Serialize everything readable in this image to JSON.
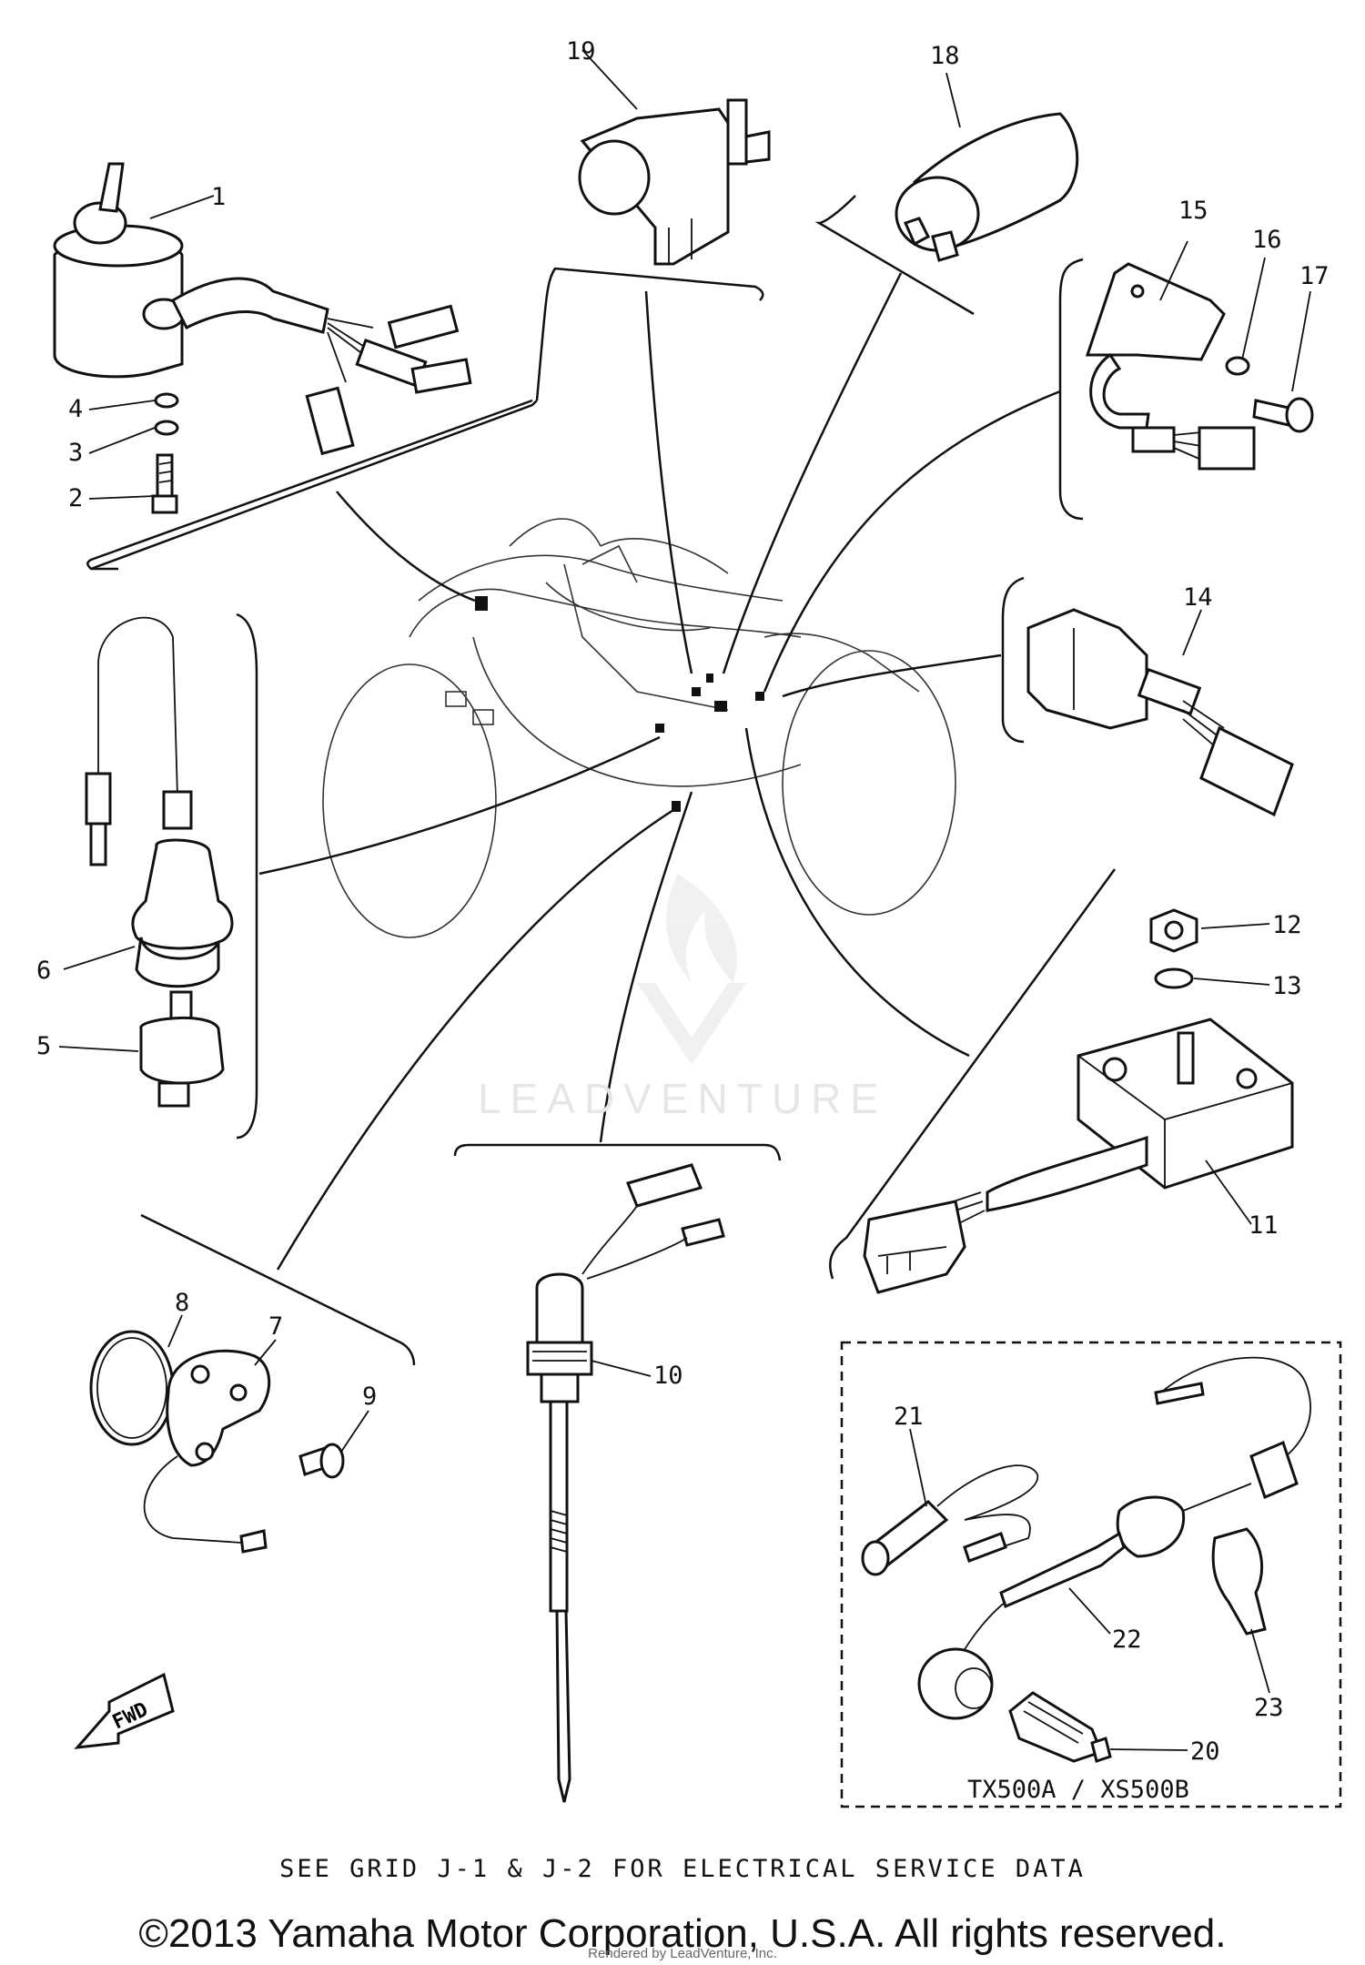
{
  "diagram": {
    "labels": {
      "p1": "1",
      "p2": "2",
      "p3": "3",
      "p4": "4",
      "p5": "5",
      "p6": "6",
      "p7": "7",
      "p8": "8",
      "p9": "9",
      "p10": "10",
      "p11": "11",
      "p12": "12",
      "p13": "13",
      "p14": "14",
      "p15": "15",
      "p16": "16",
      "p17": "17",
      "p18": "18",
      "p19": "19",
      "p20": "20",
      "p21": "21",
      "p22": "22",
      "p23": "23"
    },
    "fwd_label": "FWD",
    "model_note": "TX500A / XS500B",
    "footer_note": "SEE GRID J-1 & J-2 FOR ELECTRICAL SERVICE DATA",
    "watermark": "LEADVENTURE",
    "copyright": "©2013 Yamaha Motor Corporation, U.S.A. All rights reserved.",
    "rendered_by": "Rendered by LeadVenture, Inc."
  }
}
